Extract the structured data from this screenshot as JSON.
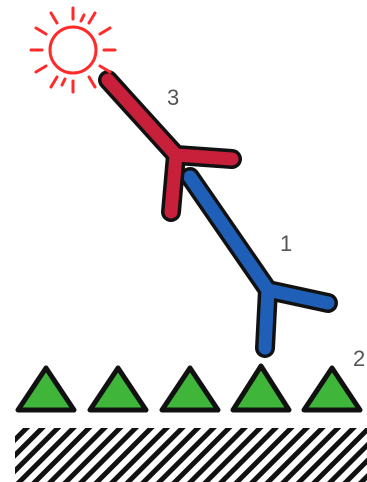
{
  "labels": {
    "primary": "1",
    "surface": "2",
    "secondary": "3"
  },
  "colors": {
    "primary_antibody": "#1f5fb8",
    "secondary_antibody": "#c8203a",
    "antigen": "#3fb53a",
    "label_marker": "#ff2a2a",
    "stroke": "#111111"
  },
  "antigen_count": 5
}
